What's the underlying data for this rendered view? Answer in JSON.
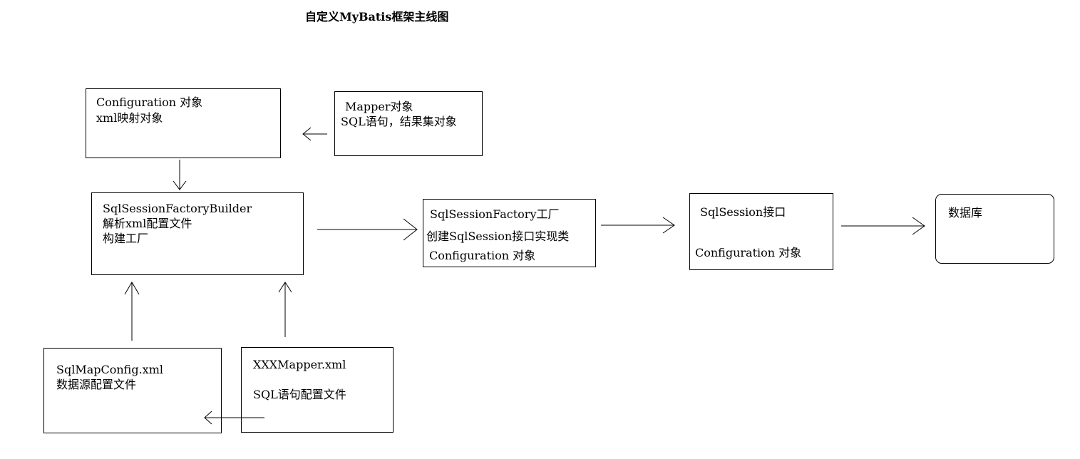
{
  "diagram": {
    "title": "自定义MyBatis框架主线图",
    "nodes": {
      "configuration": {
        "lines": [
          "Configuration 对象",
          "xml映射对象"
        ]
      },
      "mapper": {
        "lines": [
          "Mapper对象",
          "SQL语句，结果集对象"
        ]
      },
      "builder": {
        "lines": [
          "SqlSessionFactoryBuilder",
          "解析xml配置文件",
          "构建工厂"
        ]
      },
      "factory": {
        "lines": [
          "SqlSessionFactory工厂",
          "创建SqlSession接口实现类",
          "Configuration 对象"
        ]
      },
      "session": {
        "lines": [
          "SqlSession接口",
          "Configuration 对象"
        ]
      },
      "database": {
        "lines": [
          "数据库"
        ]
      },
      "sqlmapconfig": {
        "lines": [
          "SqlMapConfig.xml",
          "数据源配置文件"
        ]
      },
      "xxxmapper": {
        "lines": [
          "XXXMapper.xml",
          "SQL语句配置文件"
        ]
      }
    },
    "edges": [
      {
        "from": "mapper",
        "to": "configuration"
      },
      {
        "from": "configuration",
        "to": "builder"
      },
      {
        "from": "builder",
        "to": "factory"
      },
      {
        "from": "factory",
        "to": "session"
      },
      {
        "from": "session",
        "to": "database"
      },
      {
        "from": "sqlmapconfig",
        "to": "builder"
      },
      {
        "from": "xxxmapper",
        "to": "builder"
      },
      {
        "from": "xxxmapper",
        "to": "sqlmapconfig"
      }
    ]
  }
}
